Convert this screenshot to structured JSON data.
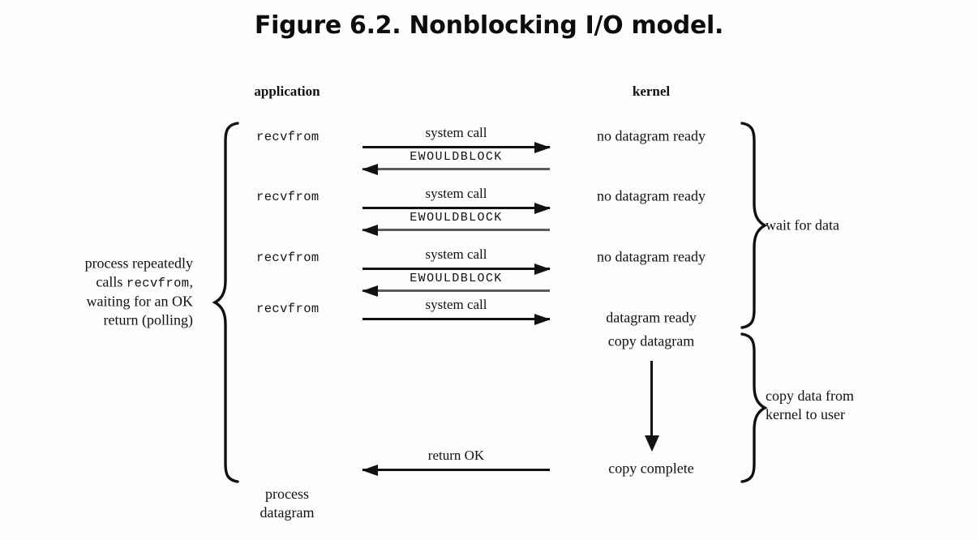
{
  "figure": {
    "title": "Figure 6.2. Nonblocking I/O model.",
    "columns": {
      "application": "application",
      "kernel": "kernel"
    },
    "left_brace_label": [
      "process repeatedly",
      "calls recvfrom,",
      "waiting for an OK",
      "return (polling)"
    ],
    "left_brace_label_lines": {
      "l1": "process repeatedly",
      "l2a": "calls ",
      "l2b": "recvfrom",
      "l2c": ",",
      "l3": "waiting for an OK",
      "l4": "return (polling)"
    },
    "right_brace_labels": {
      "wait": "wait for data",
      "copy_l1": "copy data from",
      "copy_l2": "kernel to user"
    },
    "tail_label": {
      "l1": "process",
      "l2": "datagram"
    },
    "calls": [
      {
        "name": "recvfrom"
      },
      {
        "name": "recvfrom"
      },
      {
        "name": "recvfrom"
      },
      {
        "name": "recvfrom"
      }
    ],
    "kernel_states": [
      {
        "text": "no datagram ready"
      },
      {
        "text": "no datagram ready"
      },
      {
        "text": "no datagram ready"
      },
      {
        "text": "datagram ready"
      },
      {
        "text": "copy datagram"
      },
      {
        "text": "copy complete"
      }
    ],
    "arrows": [
      {
        "label": "system call",
        "direction": "right",
        "style": "black",
        "mono": false
      },
      {
        "label": "EWOULDBLOCK",
        "direction": "left",
        "style": "gray",
        "mono": true
      },
      {
        "label": "system call",
        "direction": "right",
        "style": "black",
        "mono": false
      },
      {
        "label": "EWOULDBLOCK",
        "direction": "left",
        "style": "gray",
        "mono": true
      },
      {
        "label": "system call",
        "direction": "right",
        "style": "black",
        "mono": false
      },
      {
        "label": "EWOULDBLOCK",
        "direction": "left",
        "style": "gray",
        "mono": true
      },
      {
        "label": "system call",
        "direction": "right",
        "style": "black",
        "mono": false
      },
      {
        "label": "return OK",
        "direction": "left",
        "style": "black",
        "mono": false
      }
    ],
    "colors": {
      "background": "#fdfcfe",
      "ink": "#111111",
      "gray_arrow": "#5a5a5a"
    }
  }
}
